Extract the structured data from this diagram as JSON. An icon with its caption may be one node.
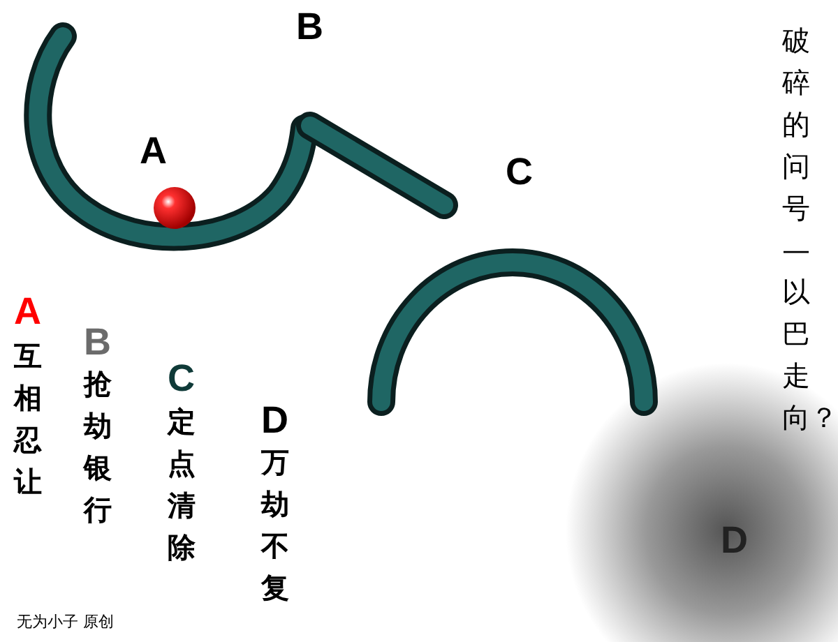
{
  "diagram": {
    "title": "破碎的问号—以巴走向？",
    "labels": [
      "B",
      "A",
      "C",
      "A",
      "互相忍让",
      "B",
      "抢劫银行",
      "C",
      "定点清除",
      "D",
      "万劫不复",
      "D",
      "无为小子 原创"
    ]
  }
}
